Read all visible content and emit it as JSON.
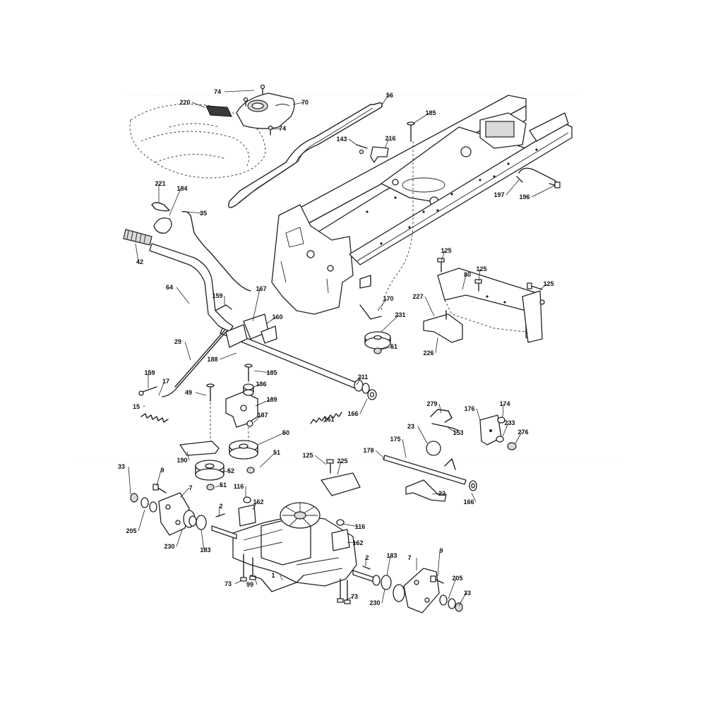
{
  "callouts": [
    {
      "text": "74"
    },
    {
      "text": "220"
    },
    {
      "text": "70"
    },
    {
      "text": "74"
    },
    {
      "text": "56"
    },
    {
      "text": "185"
    },
    {
      "text": "143"
    },
    {
      "text": "216"
    },
    {
      "text": "197"
    },
    {
      "text": "196"
    },
    {
      "text": "221"
    },
    {
      "text": "184"
    },
    {
      "text": "35"
    },
    {
      "text": "42"
    },
    {
      "text": "64"
    },
    {
      "text": "159"
    },
    {
      "text": "167"
    },
    {
      "text": "160"
    },
    {
      "text": "125"
    },
    {
      "text": "125"
    },
    {
      "text": "80"
    },
    {
      "text": "125"
    },
    {
      "text": "227"
    },
    {
      "text": "170"
    },
    {
      "text": "231"
    },
    {
      "text": "51"
    },
    {
      "text": "226"
    },
    {
      "text": "29"
    },
    {
      "text": "188"
    },
    {
      "text": "185"
    },
    {
      "text": "186"
    },
    {
      "text": "159"
    },
    {
      "text": "17"
    },
    {
      "text": "15"
    },
    {
      "text": "49"
    },
    {
      "text": "189"
    },
    {
      "text": "187"
    },
    {
      "text": "211"
    },
    {
      "text": "166"
    },
    {
      "text": "161"
    },
    {
      "text": "50"
    },
    {
      "text": "51"
    },
    {
      "text": "190"
    },
    {
      "text": "52"
    },
    {
      "text": "51"
    },
    {
      "text": "279"
    },
    {
      "text": "176"
    },
    {
      "text": "174"
    },
    {
      "text": "23"
    },
    {
      "text": "153"
    },
    {
      "text": "233"
    },
    {
      "text": "276"
    },
    {
      "text": "175"
    },
    {
      "text": "178"
    },
    {
      "text": "125"
    },
    {
      "text": "225"
    },
    {
      "text": "22"
    },
    {
      "text": "166"
    },
    {
      "text": "33"
    },
    {
      "text": "9"
    },
    {
      "text": "7"
    },
    {
      "text": "205"
    },
    {
      "text": "230"
    },
    {
      "text": "183"
    },
    {
      "text": "2"
    },
    {
      "text": "116"
    },
    {
      "text": "162"
    },
    {
      "text": "116"
    },
    {
      "text": "162"
    },
    {
      "text": "1"
    },
    {
      "text": "99"
    },
    {
      "text": "73"
    },
    {
      "text": "73"
    },
    {
      "text": "2"
    },
    {
      "text": "183"
    },
    {
      "text": "230"
    },
    {
      "text": "7"
    },
    {
      "text": "9"
    },
    {
      "text": "205"
    },
    {
      "text": "33"
    }
  ]
}
